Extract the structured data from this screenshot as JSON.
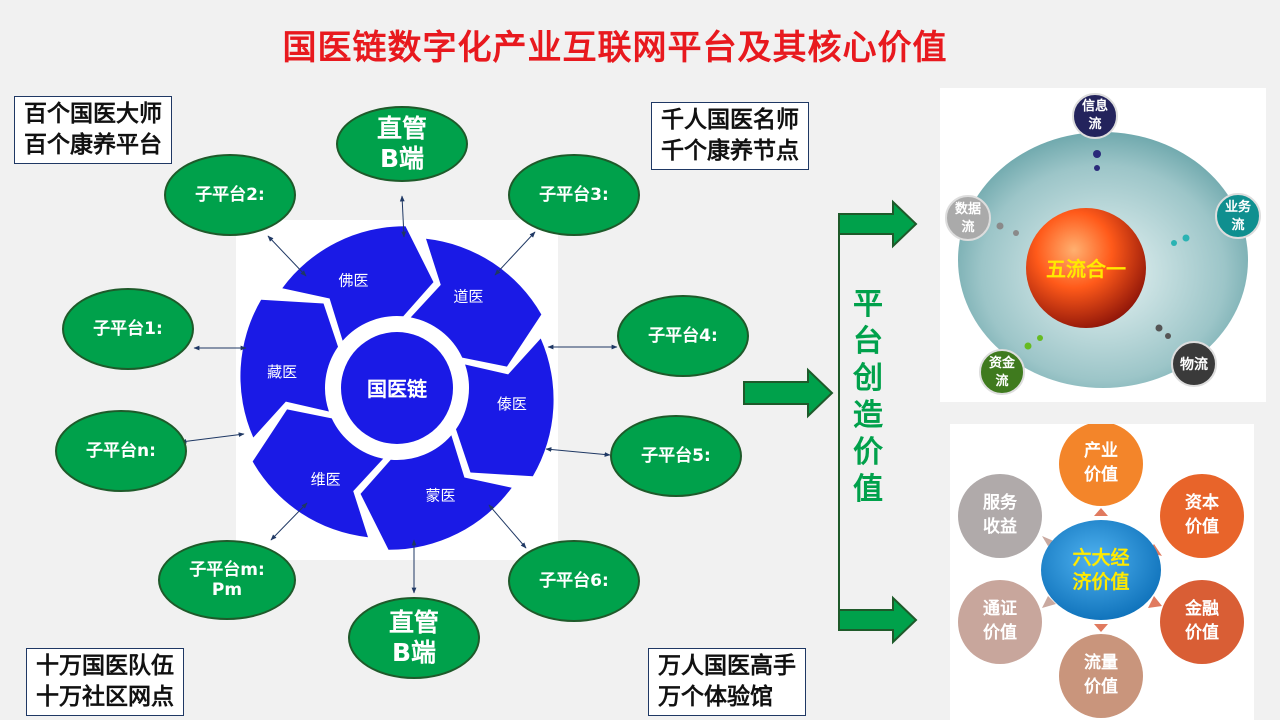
{
  "title": "国医链数字化产业互联网平台及其核心价值",
  "notes": {
    "top_left": [
      "百个国医大师",
      "百个康养平台"
    ],
    "top_right": [
      "千人国医名师",
      "千个康养节点"
    ],
    "bottom_left": [
      "十万国医队伍",
      "十万社区网点"
    ],
    "bottom_right": [
      "万人国医高手",
      "万个体验馆"
    ]
  },
  "nodes": {
    "direct_top": [
      "直管",
      "B端"
    ],
    "direct_bottom": [
      "直管",
      "B端"
    ],
    "sub1": "子平台1:",
    "sub2": "子平台2:",
    "sub3": "子平台3:",
    "sub4": "子平台4:",
    "sub5": "子平台5:",
    "sub6": "子平台6:",
    "subn": "子平台n:",
    "subm": [
      "子平台m:",
      "Pm"
    ]
  },
  "cycle": {
    "center": "国医链",
    "segments": [
      "佛医",
      "道医",
      "傣医",
      "蒙医",
      "维医",
      "藏医"
    ],
    "color": "#1a1ae6"
  },
  "platform_value": "平台创造价值",
  "flows": {
    "center": "五流合一",
    "items": [
      "信息流",
      "业务流",
      "物流",
      "资金流",
      "数据流"
    ]
  },
  "six_values": {
    "center": [
      "六大经",
      "济价值"
    ],
    "items": [
      [
        "产业",
        "价值"
      ],
      [
        "资本",
        "价值"
      ],
      [
        "金融",
        "价值"
      ],
      [
        "流量",
        "价值"
      ],
      [
        "通证",
        "价值"
      ],
      [
        "服务",
        "收益"
      ]
    ]
  },
  "colors": {
    "title": "#e8191e",
    "node_green": "#00a14b",
    "arrow_green": "#00a14b",
    "cycle_blue": "#1a1ae6"
  }
}
